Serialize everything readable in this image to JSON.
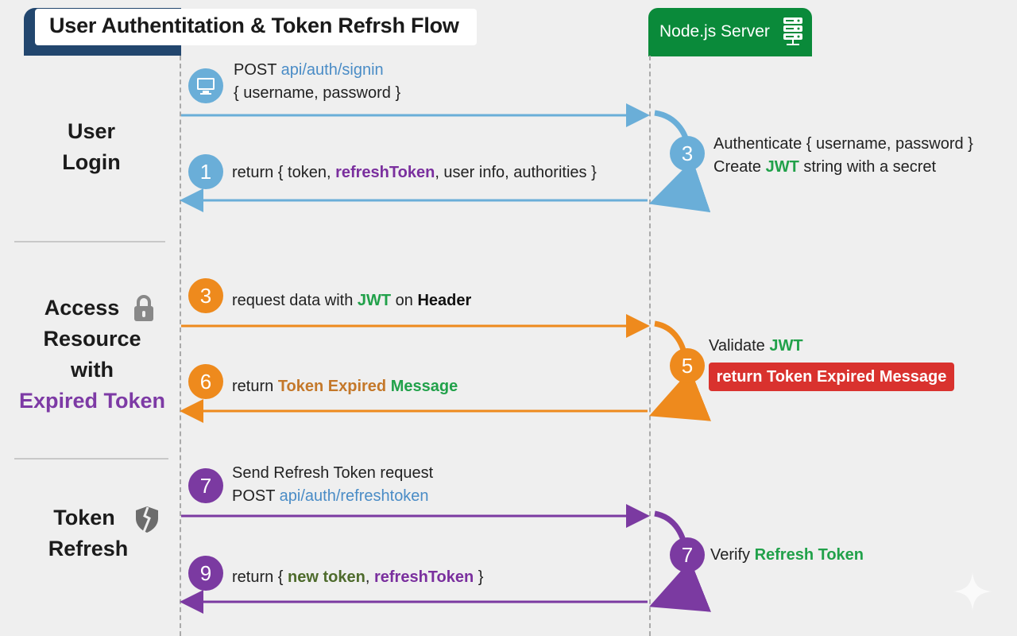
{
  "title": "User Authentitation & Token Refrsh Flow",
  "server": {
    "label": "Node.js Server",
    "icon": "server-stack-icon"
  },
  "colors": {
    "blue": "#6aaed8",
    "orange": "#ee8a1d",
    "purple": "#7b3aa1",
    "green": "#21a14a",
    "red": "#d9322e",
    "title_band": "#22466e",
    "server_header": "#0a8a3a"
  },
  "sections": {
    "login": {
      "label_line1": "User",
      "label_line2": "Login",
      "request": {
        "prefix": "POST ",
        "path": "api/auth/signin",
        "body": "{ username, password }",
        "icon": "monitor-icon"
      },
      "response": {
        "step": "1",
        "pre": "return { token, ",
        "token": "refreshToken",
        "post": ", user info, authorities }"
      },
      "server_step": {
        "step": "3",
        "line1": "Authenticate { username, password }",
        "line2_pre": "Create ",
        "line2_jwt": "JWT",
        "line2_post": " string with a secret"
      }
    },
    "access": {
      "label_line1": "Access",
      "label_line2": "Resource",
      "label_line3": "with",
      "label_line4": "Expired Token",
      "icon": "lock-icon",
      "request": {
        "step": "3",
        "pre": "request data with ",
        "jwt": "JWT",
        "mid": " on ",
        "header": "Header"
      },
      "response": {
        "step": "6",
        "pre": "return ",
        "token_expired": "Token Expired",
        "sp": " ",
        "message": "Message"
      },
      "server_step": {
        "step": "5",
        "line1_pre": "Validate ",
        "line1_jwt": "JWT",
        "badge": "return Token Expired Message"
      }
    },
    "refresh": {
      "label_line1": "Token",
      "label_line2": "Refresh",
      "icon": "broken-shield-icon",
      "request": {
        "step": "7",
        "line1": "Send Refresh Token request",
        "prefix": "POST ",
        "path": "api/auth/refreshtoken"
      },
      "response": {
        "step": "9",
        "pre": "return { ",
        "new_token": "new token",
        "comma": ", ",
        "refresh": "refreshToken",
        "post": " }"
      },
      "server_step": {
        "step": "7",
        "pre": "Verify ",
        "refresh": "Refresh Token"
      }
    }
  }
}
